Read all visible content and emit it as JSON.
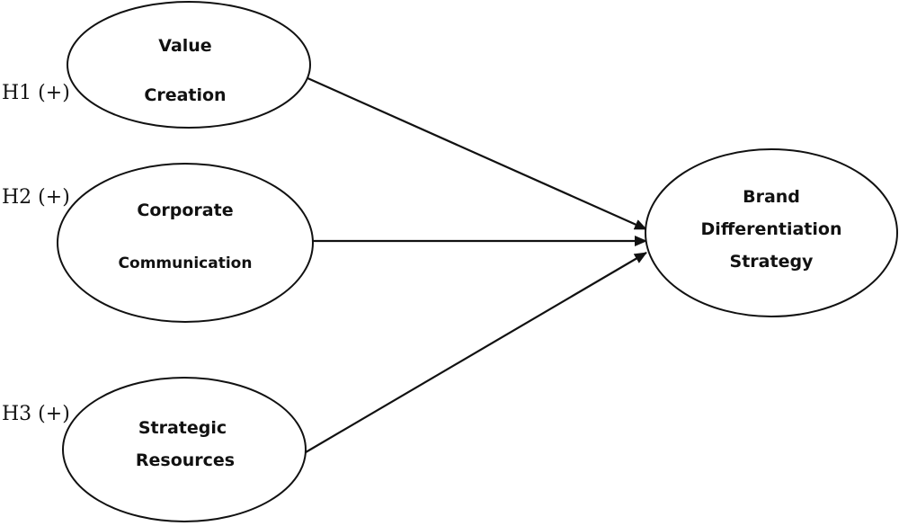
{
  "diagram": {
    "nodes": [
      {
        "id": "value-creation",
        "lines": [
          "Value",
          "Creation"
        ]
      },
      {
        "id": "corporate-communication",
        "lines": [
          "Corporate",
          "Communication"
        ]
      },
      {
        "id": "strategic-resources",
        "lines": [
          "Strategic",
          "Resources"
        ]
      },
      {
        "id": "brand-differentiation-strategy",
        "lines": [
          "Brand",
          "Differentiation",
          "Strategy"
        ]
      }
    ],
    "hypotheses": [
      {
        "id": "h1",
        "label": "H1 (+)"
      },
      {
        "id": "h2",
        "label": "H2 (+)"
      },
      {
        "id": "h3",
        "label": "H3 (+)"
      }
    ],
    "edges": [
      {
        "from": "value-creation",
        "to": "brand-differentiation-strategy",
        "hypothesis": "h1"
      },
      {
        "from": "corporate-communication",
        "to": "brand-differentiation-strategy",
        "hypothesis": "h2"
      },
      {
        "from": "strategic-resources",
        "to": "brand-differentiation-strategy",
        "hypothesis": "h3"
      }
    ],
    "colors": {
      "stroke": "#111111",
      "fill": "#ffffff"
    }
  }
}
